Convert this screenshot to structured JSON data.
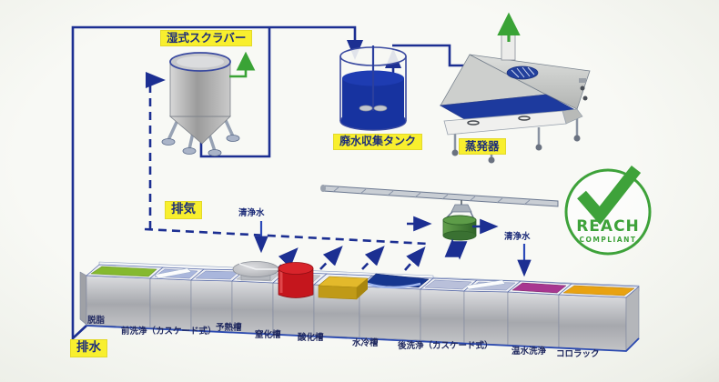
{
  "equipment": {
    "wet_scrubber": "湿式スクラバー",
    "waste_tank": "廃水収集タンク",
    "evaporator": "蒸発器"
  },
  "flows": {
    "exhaust": "排気",
    "drain": "排水",
    "clean_water_front": "清浄水",
    "clean_water_rear": "清浄水"
  },
  "tanks": [
    {
      "id": "degrease",
      "label": "脱脂",
      "color": "#85b92f"
    },
    {
      "id": "pre-rinse-cascade",
      "label": "前洗浄（カスケード式）",
      "color": "#a9b6dc"
    },
    {
      "id": "preheat",
      "label": "予熱槽",
      "color": "#c6c9cf"
    },
    {
      "id": "nitriding",
      "label": "窒化槽",
      "color": "#c5161d"
    },
    {
      "id": "oxidizing",
      "label": "酸化槽",
      "color": "#e3b92b"
    },
    {
      "id": "water-cooling",
      "label": "水冷槽",
      "color": "#16368f"
    },
    {
      "id": "post-rinse-cascade",
      "label": "後洗浄（カスケード式）",
      "color": "#b9c0da"
    },
    {
      "id": "hot-water-rinse",
      "label": "温水洗浄",
      "color": "#a83790"
    },
    {
      "id": "corolack",
      "label": "コロラック",
      "color": "#e8a212"
    }
  ],
  "badge": {
    "line1": "REACH",
    "line2": "COMPLIANT",
    "color": "#3ea23a"
  },
  "colors": {
    "pipe_blue": "#1c2f92",
    "clean_exhaust_green": "#3aa336",
    "tag_bg": "#f8ef2e",
    "tag_text": "#1c2d7a",
    "waste_liquid": "#1733a0"
  }
}
